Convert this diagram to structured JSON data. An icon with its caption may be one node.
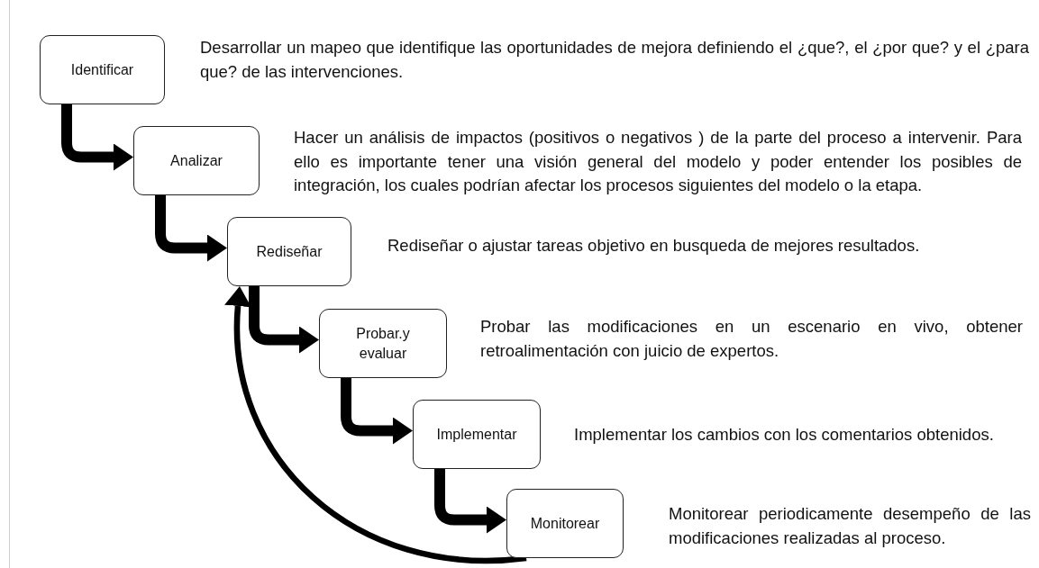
{
  "diagram": {
    "nodes": [
      {
        "text": [
          "Identificar"
        ],
        "beside": [
          "Desarrollar un mapeo que identifique las oportunidades de mejora definiendo el ¿que?, el ¿por que? y el ¿para que? de las intervenciones."
        ]
      },
      {
        "text": [
          "Analizar"
        ],
        "beside": [
          "Hacer un análisis de impactos (positivos o negativos ) de la parte del proceso a intervenir. Para ello es importante  tener una visión general del modelo y poder entender los posibles de integración, los cuales podrían afectar los procesos siguientes del modelo o la etapa."
        ]
      },
      {
        "text": [
          "Rediseñar"
        ],
        "beside": [
          "Rediseñar o ajustar tareas objetivo en busqueda de mejores resultados."
        ]
      },
      {
        "text": [
          "Probar.y evaluar"
        ],
        "beside": [
          "Probar las modificaciones en un escenario en vivo, obtener retroalimentación con juicio de expertos."
        ]
      },
      {
        "text": [
          "Implementar"
        ],
        "beside": [
          "Implementar los cambios con los comentarios obtenidos."
        ]
      },
      {
        "text": [
          "Monitorear"
        ],
        "beside": [
          "Monitorear periodicamente desempeño de las modificaciones realizadas al proceso."
        ]
      }
    ],
    "edges": [
      {
        "from": 0,
        "to": 1,
        "arrow": "to"
      },
      {
        "from": 1,
        "to": 2,
        "arrow": "to"
      },
      {
        "from": 2,
        "to": 3,
        "arrow": "to"
      },
      {
        "from": 3,
        "to": 4,
        "arrow": "to"
      },
      {
        "from": 4,
        "to": 5,
        "arrow": "to"
      },
      {
        "from": 5,
        "to": 2,
        "arrow": "to"
      }
    ]
  }
}
